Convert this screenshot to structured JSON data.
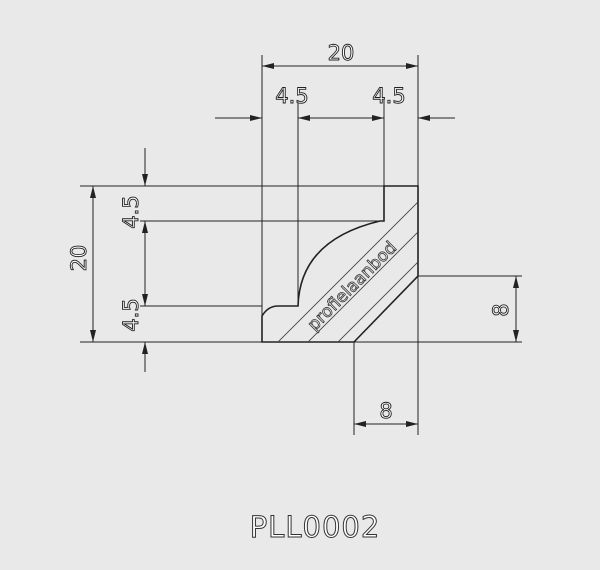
{
  "drawing": {
    "product_code": "PLL0002",
    "watermark": "profielaanbod",
    "dimensions": {
      "top_overall_width": "20",
      "top_left_segment": "4.5",
      "top_right_segment": "4.5",
      "left_overall_height": "20",
      "left_upper_segment": "4.5",
      "left_lower_segment": "4.5",
      "right_chamfer_height": "8",
      "bottom_chamfer_width": "8"
    },
    "colors": {
      "background": "#e9e9e9",
      "line": "#222222"
    }
  }
}
